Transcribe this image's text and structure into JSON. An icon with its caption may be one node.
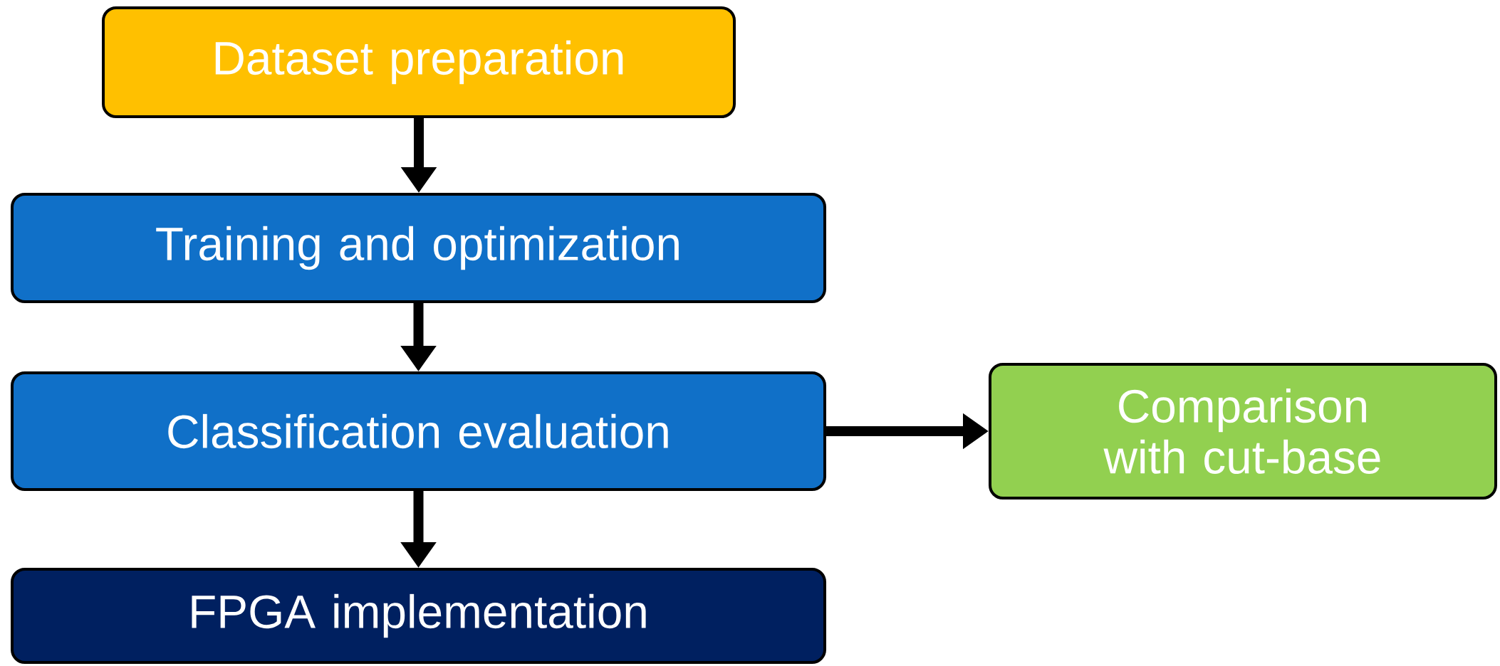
{
  "diagram": {
    "nodes": [
      {
        "text": [
          "Dataset preparation"
        ]
      },
      {
        "text": [
          "Training and optimization"
        ]
      },
      {
        "text": [
          "Classification evaluation"
        ]
      },
      {
        "text": [
          "Comparison with cut-base"
        ]
      },
      {
        "text": [
          "FPGA implementation"
        ]
      }
    ],
    "edges": [
      {
        "from": 0,
        "to": 1,
        "arrow": "to"
      },
      {
        "from": 1,
        "to": 2,
        "arrow": "to"
      },
      {
        "from": 2,
        "to": 3,
        "arrow": "to"
      },
      {
        "from": 2,
        "to": 4,
        "arrow": "to"
      }
    ]
  }
}
